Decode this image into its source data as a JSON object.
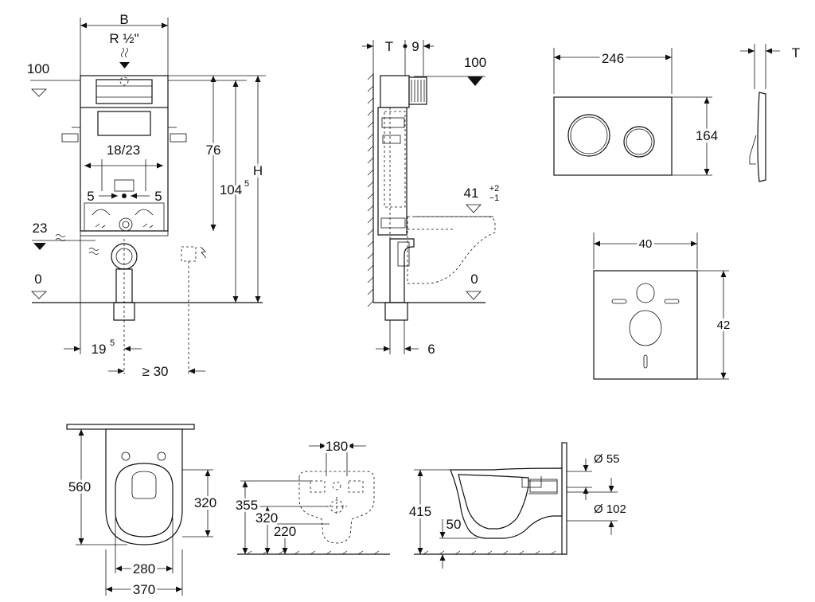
{
  "frame": {
    "labels": {
      "b": "B",
      "thread": "R ½\"",
      "level_100": "100",
      "level_23": "23",
      "level_0": "0",
      "dim_18_23": "18/23",
      "dim_5_left": "5",
      "dim_5_right": "5",
      "dim_76": "76",
      "dim_104": "104",
      "dim_104_sup": "5",
      "dim_h": "H",
      "dim_19": "19",
      "dim_19_sup": "5",
      "dim_30": "≥ 30"
    }
  },
  "side": {
    "labels": {
      "t": "T",
      "nine": "9",
      "level_100": "100",
      "level_41": "41",
      "tol_plus": "+2",
      "tol_minus": "−1",
      "level_0": "0",
      "dim_6": "6"
    }
  },
  "plate": {
    "labels": {
      "width": "246",
      "height": "164",
      "t": "T"
    }
  },
  "soundmat": {
    "labels": {
      "width": "40",
      "height": "42"
    }
  },
  "bowl": {
    "top": {
      "labels": {
        "length": "560",
        "depth": "320",
        "inner_width": "280",
        "width": "370"
      }
    },
    "rear": {
      "labels": {
        "spacing": "180",
        "h355": "355",
        "h320": "320",
        "h220": "220"
      }
    },
    "section": {
      "labels": {
        "height": "415",
        "d55": "Ø 55",
        "d102": "Ø 102",
        "h50": "50"
      }
    }
  }
}
